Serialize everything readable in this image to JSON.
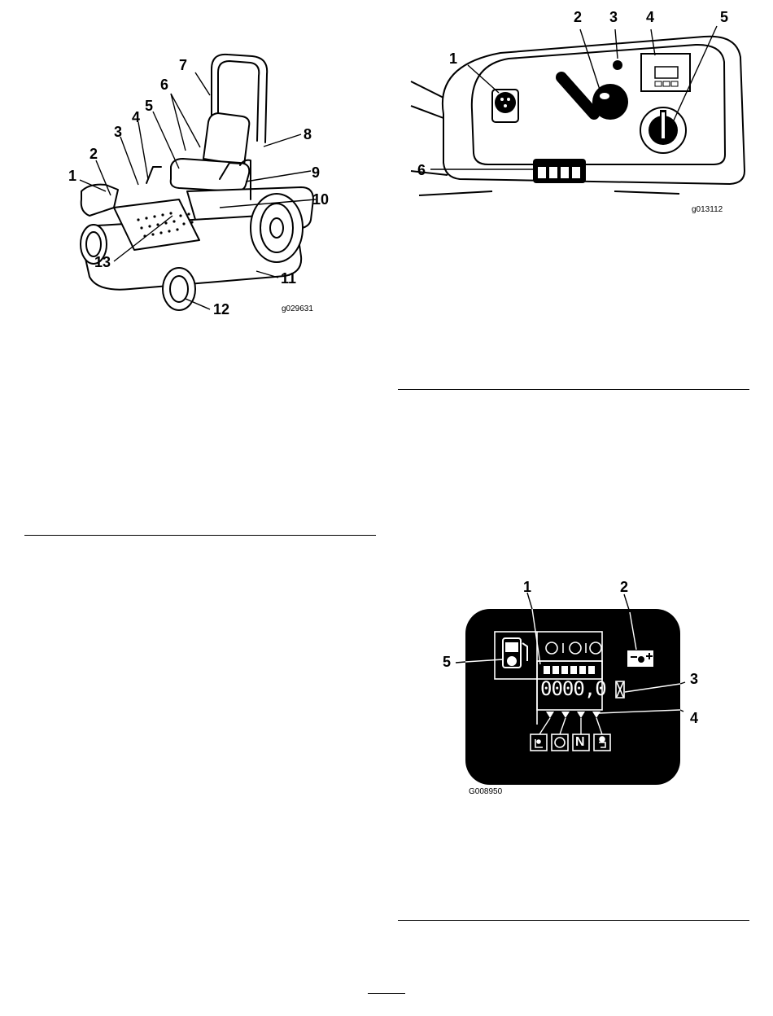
{
  "figure_mower": {
    "callouts": [
      "1",
      "2",
      "3",
      "4",
      "5",
      "6",
      "7",
      "8",
      "9",
      "10",
      "11",
      "12",
      "13"
    ],
    "code": "g029631"
  },
  "figure_console": {
    "callouts": [
      "1",
      "2",
      "3",
      "4",
      "5",
      "6"
    ],
    "code": "g013112"
  },
  "figure_display": {
    "callouts": [
      "1",
      "2",
      "3",
      "4",
      "5"
    ],
    "code": "G008950",
    "digits": "0000,0",
    "neutral_label": "N"
  }
}
